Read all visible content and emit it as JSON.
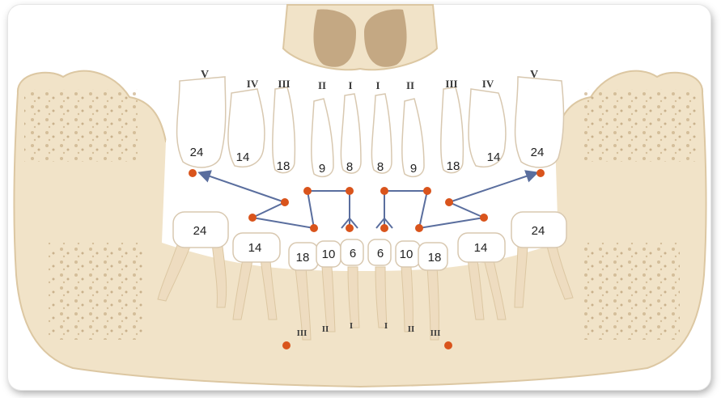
{
  "upper_labels": [
    "V",
    "IV",
    "III",
    "II",
    "I",
    "I",
    "II",
    "III",
    "IV",
    "V"
  ],
  "lower_labels": [
    "III",
    "II",
    "I",
    "I",
    "II",
    "III"
  ],
  "upper_numbers": [
    "24",
    "14",
    "18",
    "9",
    "8",
    "8",
    "9",
    "18",
    "14",
    "24"
  ],
  "lower_numbers": [
    "24",
    "14",
    "18",
    "10",
    "6",
    "6",
    "10",
    "18",
    "14",
    "24"
  ],
  "colors": {
    "bone": "#f1e3c8",
    "bone_outline": "#dcc7a2",
    "tooth": "#ffffff",
    "root": "#eedcc0",
    "dot": "#d9541c",
    "arrow": "#5a6e9e",
    "nose": "#c4a883"
  }
}
